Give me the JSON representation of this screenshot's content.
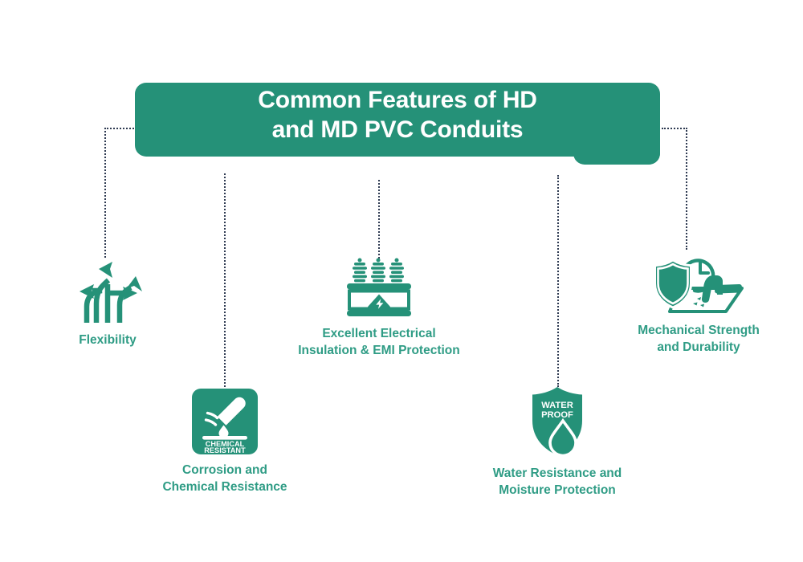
{
  "theme": {
    "teal": "#259178",
    "label_teal": "#2f9c85",
    "dot_color": "#2f3b52",
    "background": "#ffffff",
    "banner_text_color": "#ffffff"
  },
  "banner": {
    "title_line_1": "Common Features of HD",
    "title_line_2": "and MD PVC Conduits",
    "title_full": "Common Features of HD and MD PVC Conduits"
  },
  "features": [
    {
      "id": "flexibility",
      "icon_name": "branching-arrows-icon",
      "label": "Flexibility"
    },
    {
      "id": "corrosion-chemical-resistance",
      "icon_name": "chemical-resistant-badge-icon",
      "label": "Corrosion and\nChemical Resistance",
      "badge_line_1": "CHEMICAL",
      "badge_line_2": "RESISTANT"
    },
    {
      "id": "electrical-insulation",
      "icon_name": "transformer-icon",
      "label": "Excellent Electrical\nInsulation & EMI Protection"
    },
    {
      "id": "water-resistance",
      "icon_name": "waterproof-shield-icon",
      "label": "Water Resistance and\nMoisture Protection",
      "badge_line_1": "WATER",
      "badge_line_2": "PROOF"
    },
    {
      "id": "mechanical-strength",
      "icon_name": "shield-hammer-clock-icon",
      "label": "Mechanical Strength\nand Durability"
    }
  ]
}
